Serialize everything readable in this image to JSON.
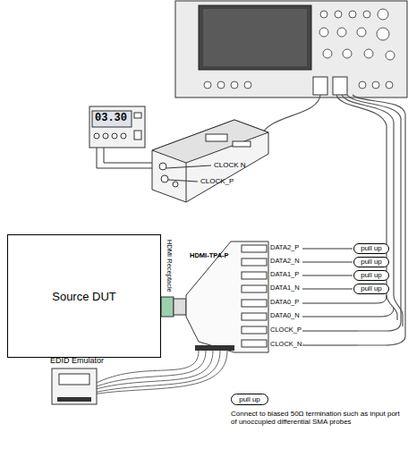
{
  "diagram": {
    "nodes": [
      {
        "text": [
          "Source DUT"
        ]
      },
      {
        "text": [
          "pull up"
        ]
      },
      {
        "text": [
          "pull up"
        ]
      },
      {
        "text": [
          "pull up"
        ]
      },
      {
        "text": [
          "pull up"
        ]
      },
      {
        "text": [
          "pull up"
        ]
      }
    ],
    "labels": [
      "03.30",
      "CLOCK N",
      "CLOCK_P",
      "HDMI Receptacle",
      "HDMI-TPA-P",
      "DATA2_P",
      "DATA2_N",
      "DATA1_P",
      "DATA1_N",
      "DATA0_P",
      "DATA0_N",
      "CLOCK_P",
      "CLOCK_N",
      "EDID Emulator",
      "Connect to biased 50Ω termination such as input port of unoccupied differential SMA probes"
    ]
  }
}
